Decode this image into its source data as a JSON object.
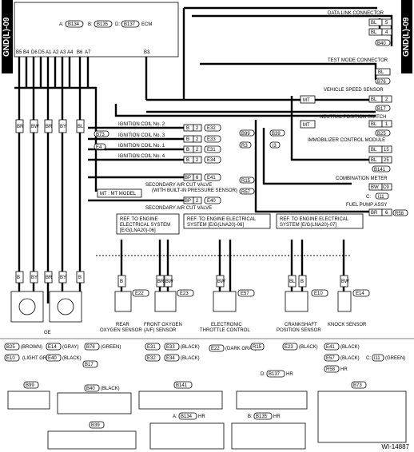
{
  "side_label": "GND(L)-09",
  "figure_id": "WI-14887",
  "ecm": {
    "label": "ECM",
    "connectors": [
      {
        "prefix": "A:",
        "code": "B134"
      },
      {
        "prefix": "B:",
        "code": "B135"
      },
      {
        "prefix": "D:",
        "code": "B137"
      }
    ],
    "pins": [
      "B5",
      "B4",
      "D6",
      "D5",
      "A1",
      "A2",
      "A3",
      "A4",
      "B6",
      "A7",
      "B3"
    ]
  },
  "right_components": [
    {
      "name": "DATA LINK CONNECTOR",
      "conn": "B40",
      "pins": [
        [
          "BL",
          "5"
        ],
        [
          "BL",
          "4"
        ]
      ]
    },
    {
      "name": "TEST MODE CONNECTOR",
      "conn": "B76",
      "pins": [
        [
          "BL",
          ""
        ]
      ]
    },
    {
      "name": "VEHICLE SPEED SENSOR",
      "conn": "B17",
      "pins": [
        [
          "BL",
          "2"
        ]
      ]
    },
    {
      "name": "NEUTRAL POSITION SWITCH",
      "conn": "B25",
      "pins": [
        [
          "BL",
          "1"
        ]
      ]
    },
    {
      "name": "IMMOBILIZER CONTROL MODULE",
      "conn": "B141",
      "pins": [
        [
          "BL",
          "15"
        ],
        [
          "BL",
          "25"
        ]
      ]
    },
    {
      "name": "COMBINATION METER",
      "conn": "i11",
      "pins": [
        [
          "BW",
          "C9"
        ]
      ]
    },
    {
      "name": "FUEL PUMP ASSY",
      "conn": "R58",
      "pins": [
        [
          "BR",
          "6"
        ]
      ]
    }
  ],
  "mt_tag": "MT",
  "mt_model": "MT : MT MODEL",
  "ignition_coils": [
    {
      "name": "IGNITION COIL No. 2",
      "wire": "B",
      "pin": "2",
      "conn": "E32"
    },
    {
      "name": "IGNITION COIL No. 3",
      "wire": "B",
      "pin": "2",
      "conn": "E33"
    },
    {
      "name": "IGNITION COIL No. 1",
      "wire": "B",
      "pin": "2",
      "conn": "E31"
    },
    {
      "name": "IGNITION COIL No. 4",
      "wire": "B",
      "pin": "2",
      "conn": "E34"
    }
  ],
  "air_valve_1": {
    "name": "SECONDARY AIR CUT VALVE",
    "sub": "(WITH BUILT-IN PRESSURE SENSOR)",
    "wire": "BP",
    "pin": "6",
    "conn": "E41"
  },
  "air_valve_2": {
    "name": "SECONDARY AIR CUT VALVE",
    "wire": "BP",
    "pin": "2",
    "conn": "E40"
  },
  "connector_tags": [
    "B73",
    "E4",
    "B99",
    "R3",
    "B39",
    "i3",
    "R15",
    "R57"
  ],
  "wire_colors": [
    "BR",
    "BW",
    "BR",
    "BY",
    "BL",
    "B",
    "BY",
    "BR",
    "BY",
    "B",
    "B",
    "BR",
    "BW",
    "BW",
    "BL",
    "B",
    "BW"
  ],
  "refs": [
    {
      "l1": "REF. TO ENGINE",
      "l2": "ELECTRICAL SYSTEM",
      "l3": "[E/G(LNA20)-06]"
    },
    {
      "l1": "REF. TO ENGINE ELECTRICAL",
      "l2": "SYSTEM [E/G(LNA20)-06]"
    },
    {
      "l1": "REF. TO ENGINE ELECTRICAL",
      "l2": "SYSTEM [E/G(LNA20)-07]"
    }
  ],
  "sensors": [
    {
      "l1": "REAR",
      "l2": "OXYGEN SENSOR",
      "conn": "E22"
    },
    {
      "l1": "FRONT OXYGEN",
      "l2": "(A/F) SENSOR",
      "conn": "E23"
    },
    {
      "l1": "ELECTRONIC",
      "l2": "THROTTLE CONTROL",
      "conn": "E57"
    },
    {
      "l1": "CRANKSHAFT",
      "l2": "POSITION SENSOR",
      "conn": "E10"
    },
    {
      "l1": "",
      "l2": "KNOCK SENSOR",
      "conn": "E14"
    }
  ],
  "ground": "GE",
  "legend": [
    {
      "conn": "B25",
      "color": "(BROWN)"
    },
    {
      "conn": "E14",
      "color": "(GRAY)"
    },
    {
      "conn": "B76",
      "color": "(GREEN)"
    },
    {
      "conn": "E10",
      "color": "(LIGHT GRAY)"
    },
    {
      "conn": "E40",
      "color": "(BLACK)"
    },
    {
      "conn": "B17",
      "color": ""
    },
    {
      "conn": "E31",
      "color": ""
    },
    {
      "conn": "E33",
      "color": "(BLACK)"
    },
    {
      "conn": "E32",
      "color": ""
    },
    {
      "conn": "E34",
      "color": "(BLACK)"
    },
    {
      "conn": "E22",
      "color": "(DARK GRAY)"
    },
    {
      "conn": "R15",
      "color": ""
    },
    {
      "conn": "E23",
      "color": "(BLACK)"
    },
    {
      "conn": "E41",
      "color": "(BLACK)"
    },
    {
      "conn": "E57",
      "color": "(BLACK)"
    },
    {
      "conn": "i11",
      "color": "(GREEN)"
    },
    {
      "conn": "R58",
      "color": ""
    },
    {
      "conn": "B137",
      "color": ""
    },
    {
      "conn": "B99",
      "color": ""
    },
    {
      "conn": "B40",
      "color": "(BLACK)"
    },
    {
      "conn": "B141",
      "color": ""
    },
    {
      "conn": "B73",
      "color": ""
    },
    {
      "conn": "B39",
      "color": ""
    },
    {
      "conn": "B134",
      "color": ""
    },
    {
      "conn": "B135",
      "color": ""
    }
  ],
  "hr": "HR",
  "cprefix": "C:",
  "dprefix": "D:",
  "aprefix": "A:",
  "bprefix": "B:"
}
